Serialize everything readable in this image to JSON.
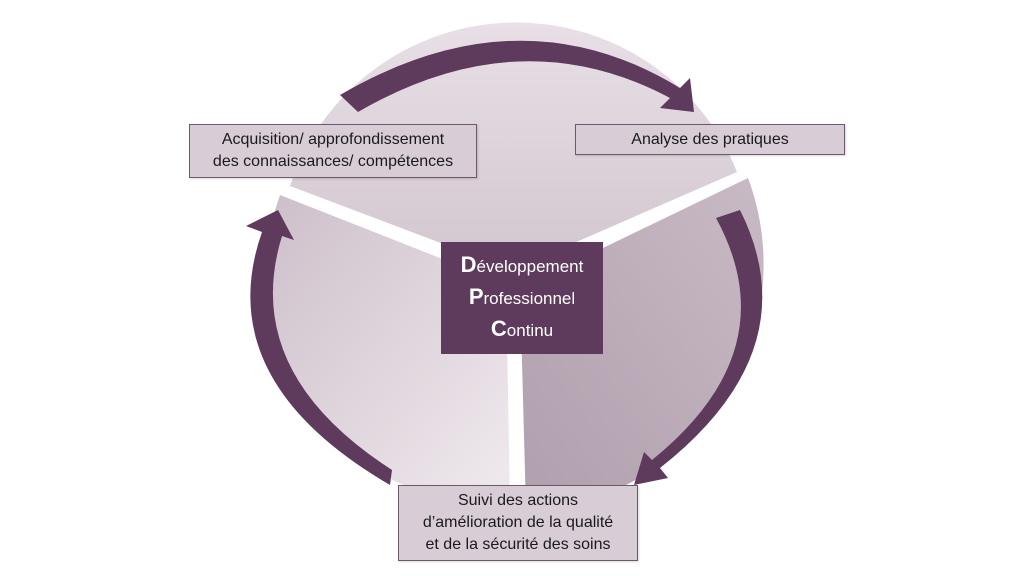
{
  "diagram": {
    "type": "cycle",
    "center": {
      "lines": [
        {
          "initial": "D",
          "rest": "éveloppement"
        },
        {
          "initial": "P",
          "rest": "rofessionnel"
        },
        {
          "initial": "C",
          "rest": "ontinu"
        }
      ]
    },
    "stages": {
      "acquisition": {
        "lines": [
          "Acquisition/ approfondissement",
          "des connaissances/ compétences"
        ]
      },
      "analyse": {
        "lines": [
          "Analyse des pratiques"
        ]
      },
      "suivi": {
        "lines": [
          "Suivi des actions",
          "d’amélioration de la qualité",
          "et de la sécurité des soins"
        ]
      }
    },
    "colors": {
      "arrow": "#5e3a5c",
      "center_box": "#5e3a5c",
      "label_box": "#d8cdd6",
      "sector_light": "#e6dde4",
      "sector_dark": "#b5a4b2"
    }
  }
}
